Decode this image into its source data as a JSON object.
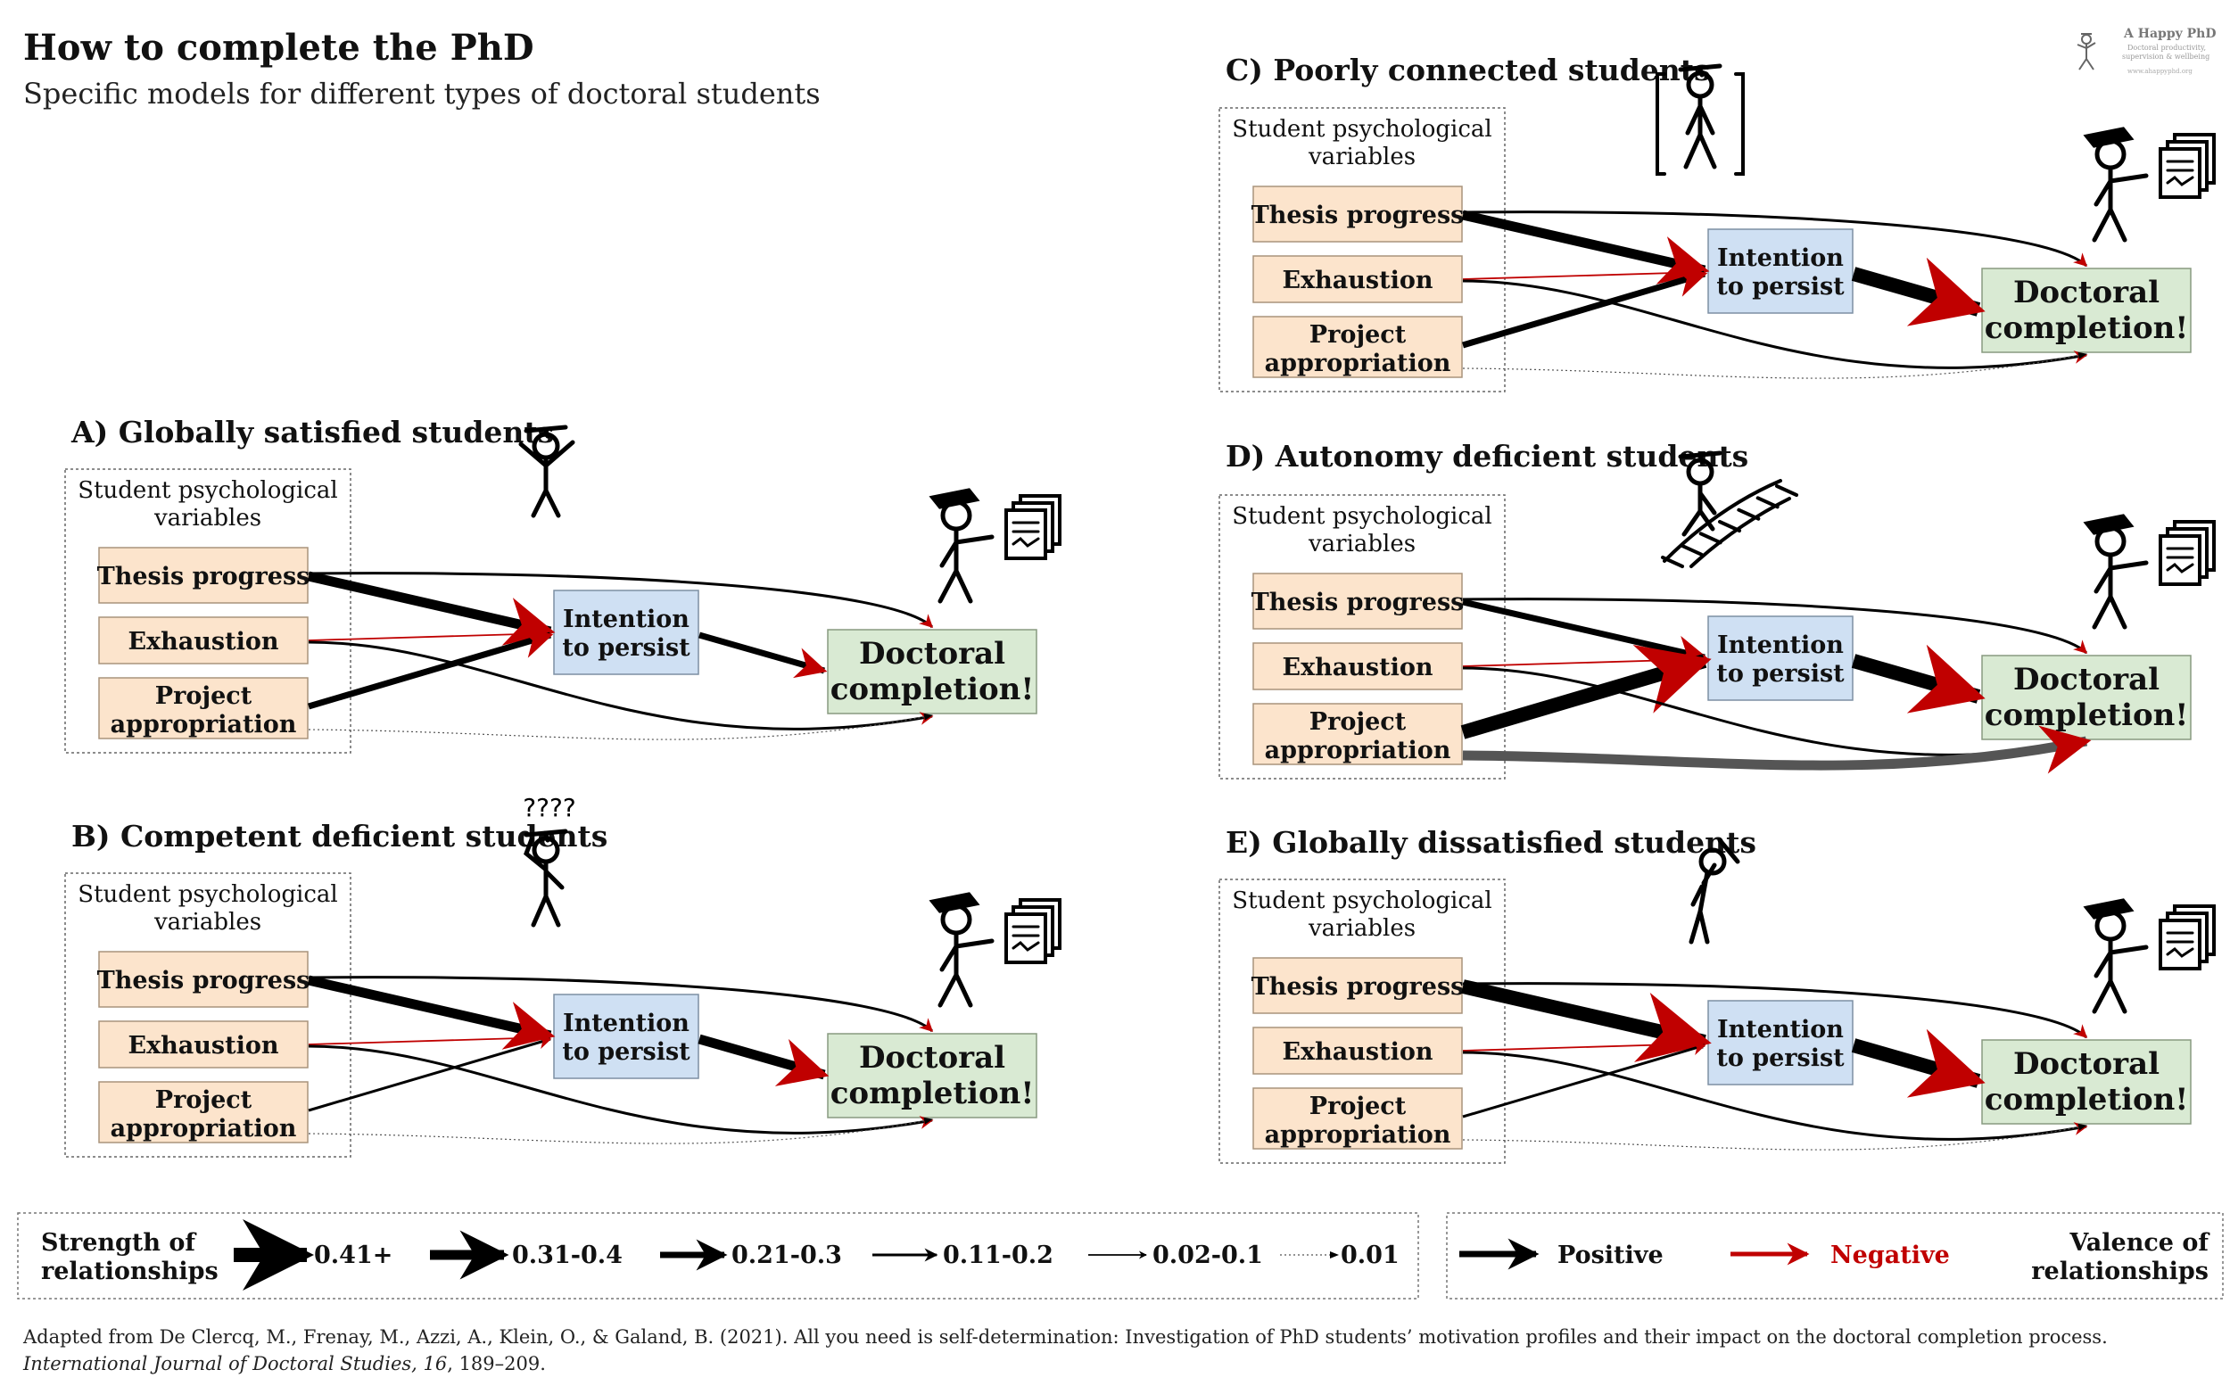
{
  "title": "How to complete the PhD",
  "subtitle": "Specific models for different types of doctoral students",
  "logo": {
    "name": "A Happy PhD",
    "tagline_1": "Doctoral productivity,",
    "tagline_2": "supervision & wellbeing",
    "url": "www.ahappyphd.org"
  },
  "common": {
    "group_label_line1": "Student psychological",
    "group_label_line2": "variables",
    "var_thesis": "Thesis progress",
    "var_exhaustion": "Exhaustion",
    "var_project_1": "Project",
    "var_project_2": "appropriation",
    "intention_1": "Intention",
    "intention_2": "to persist",
    "outcome_1": "Doctoral",
    "outcome_2": "completion!"
  },
  "panels": [
    {
      "id": "A",
      "title": "A) Globally satisfied students"
    },
    {
      "id": "B",
      "title": "B) Competent deficient students"
    },
    {
      "id": "C",
      "title": "C) Poorly connected students"
    },
    {
      "id": "D",
      "title": "D) Autonomy deficient students"
    },
    {
      "id": "E",
      "title": "E) Globally dissatisfied students"
    }
  ],
  "figure_text": {
    "question_marks": "????"
  },
  "legend": {
    "strength_title_1": "Strength of",
    "strength_title_2": "relationships",
    "strength_levels": [
      "0.41+",
      "0.31-0.4",
      "0.21-0.3",
      "0.11-0.2",
      "0.02-0.1",
      "0.01"
    ],
    "positive": "Positive",
    "negative": "Negative",
    "valence_title_1": "Valence of",
    "valence_title_2": "relationships"
  },
  "colors": {
    "variable_box": "#fce4cc",
    "intention_box": "#cfe0f3",
    "outcome_box": "#d9ead3",
    "positive_arrow": "#000000",
    "negative_arrow": "#c00000"
  },
  "citation": {
    "text": "Adapted from De Clercq, M., Frenay, M., Azzi, A., Klein, O., & Galand, B. (2021). All you need is self-determination: Investigation of PhD students’ motivation profiles and their impact on the doctoral completion process.",
    "journal": "International Journal of Doctoral Studies, 16",
    "pages": ", 189–209."
  }
}
